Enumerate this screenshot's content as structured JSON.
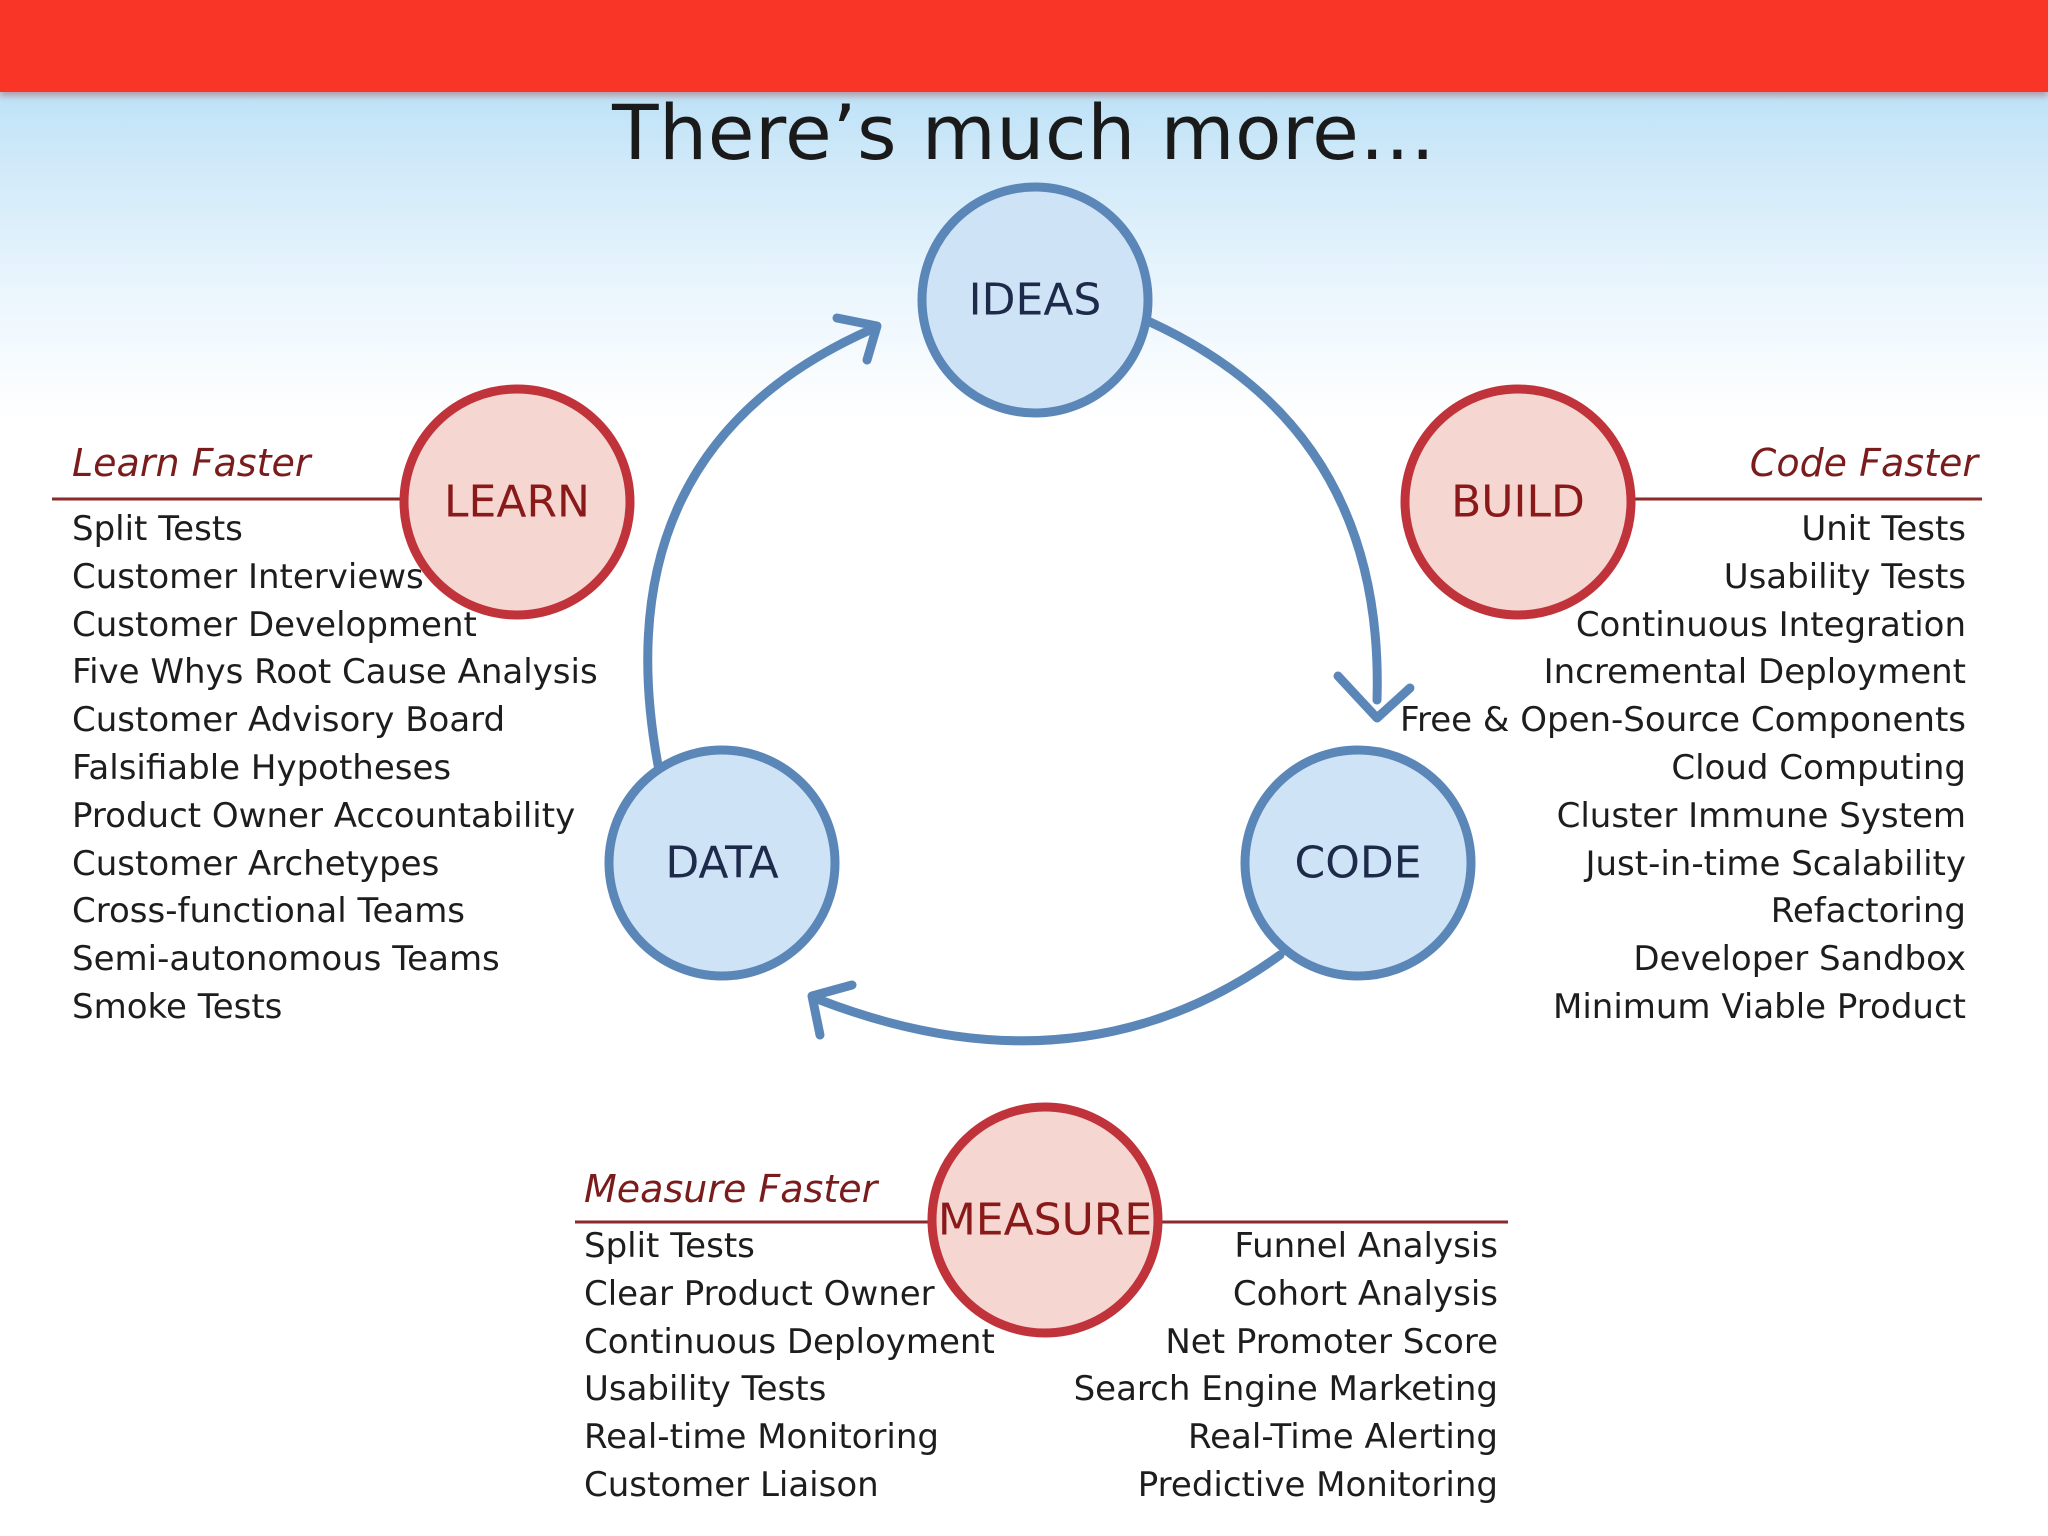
{
  "title": "There’s much more…",
  "colors": {
    "top_bar": "#f83526",
    "blue_circle_fill": "#cfe3f7",
    "blue_circle_stroke": "#5b87b8",
    "red_circle_fill": "#f5d6d0",
    "red_circle_stroke": "#c0333a",
    "heading_text": "#7a1c1c",
    "divider_line": "#8a2a2a"
  },
  "cycle": {
    "ideas": "IDEAS",
    "code": "CODE",
    "data": "DATA"
  },
  "phases": {
    "learn": {
      "label": "LEARN",
      "heading": "Learn Faster",
      "items": [
        "Split Tests",
        "Customer Interviews",
        "Customer Development",
        "Five Whys Root Cause Analysis",
        "Customer Advisory Board",
        "Falsifiable Hypotheses",
        "Product Owner Accountability",
        "Customer Archetypes",
        "Cross-functional Teams",
        "Semi-autonomous Teams",
        "Smoke Tests"
      ]
    },
    "build": {
      "label": "BUILD",
      "heading": "Code Faster",
      "items": [
        "Unit Tests",
        "Usability Tests",
        "Continuous Integration",
        "Incremental Deployment",
        "Free & Open-Source Components",
        "Cloud Computing",
        "Cluster Immune System",
        "Just-in-time Scalability",
        "Refactoring",
        "Developer Sandbox",
        "Minimum Viable Product"
      ]
    },
    "measure": {
      "label": "MEASURE",
      "heading": "Measure Faster",
      "items_left": [
        "Split Tests",
        "Clear Product Owner",
        "Continuous Deployment",
        "Usability Tests",
        "Real-time Monitoring",
        "Customer Liaison"
      ],
      "items_right": [
        "Funnel Analysis",
        "Cohort Analysis",
        "Net Promoter Score",
        "Search Engine Marketing",
        "Real-Time Alerting",
        "Predictive Monitoring"
      ]
    }
  }
}
